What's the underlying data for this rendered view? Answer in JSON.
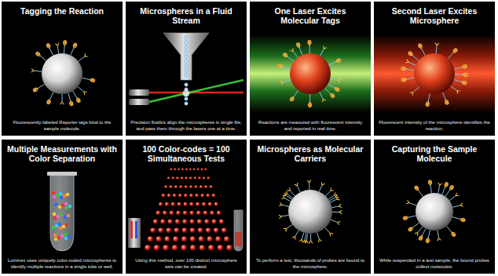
{
  "diagram": {
    "nodes": [
      {
        "text": [
          "Tagging the Reaction",
          "Fluorescently-labeled Reporter tags bind to the sample molecule."
        ]
      },
      {
        "text": [
          "Microspheres in a Fluid Stream",
          "Precision fluidics align the microspheres in single file, and pass them through the lasers one at a time."
        ]
      },
      {
        "text": [
          "One Laser Excites Molecular Tags",
          "Reactions are measured with fluorescent intensity and reported in real time."
        ]
      },
      {
        "text": [
          "Second Laser Excites Microsphere",
          "Fluorescent intensity of the microsphere identifies the reaction."
        ]
      },
      {
        "text": [
          "Multiple Measurements with Color Separation",
          "Luminex uses uniquely color-coded microspheres to identify multiple reactions in a single tube or well."
        ]
      },
      {
        "text": [
          "100 Color-codes = 100 Simultaneous Tests",
          "Using this method, over 100 distinct microsphere sets can be created."
        ]
      },
      {
        "text": [
          "Microspheres as Molecular Carriers",
          "To perform a test, thousands of probes are bound to the microsphere."
        ]
      },
      {
        "text": [
          "Capturing the Sample Molecule",
          "While suspended in a test sample, the bound probes collect molecules."
        ]
      }
    ]
  }
}
